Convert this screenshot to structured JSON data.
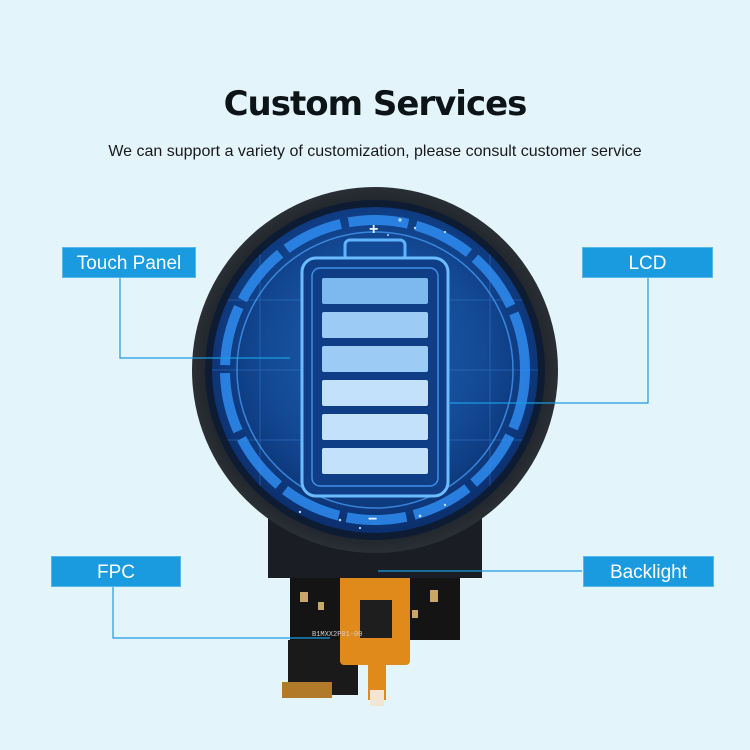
{
  "header": {
    "title": "Custom Services",
    "subtitle": "We can support a variety of customization, please consult customer service"
  },
  "labels": {
    "touch_panel": "Touch Panel",
    "lcd": "LCD",
    "fpc": "FPC",
    "backlight": "Backlight"
  },
  "display": {
    "plus_sign": "+",
    "minus_sign": "−",
    "battery_level": 1.0,
    "fpc_code": "B1MXX2P01-00"
  },
  "colors": {
    "accent": "#1a9be0",
    "background": "#e4f4fb",
    "fpc_orange": "#e08a1c"
  }
}
